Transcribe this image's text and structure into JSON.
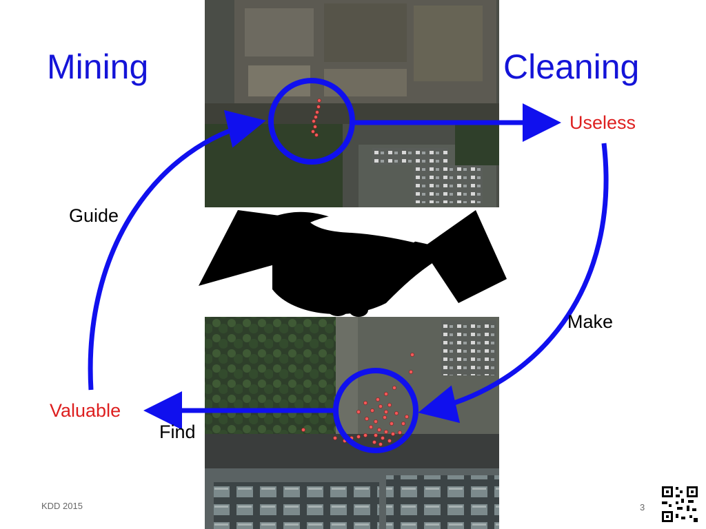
{
  "slide": {
    "title_left": "Mining",
    "title_right": "Cleaning",
    "label_useless": "Useless",
    "label_valuable": "Valuable",
    "label_guide": "Guide",
    "label_make": "Make",
    "label_find": "Find",
    "footer_left": "KDD 2015",
    "page_number": "3"
  },
  "colors": {
    "title": "#1414d8",
    "arrow": "#1010ee",
    "highlight_text": "#dd1f1f",
    "gps_points": "#f05a5a"
  },
  "icons": {
    "handshake": "handshake-icon",
    "qr": "qr-code-icon"
  }
}
